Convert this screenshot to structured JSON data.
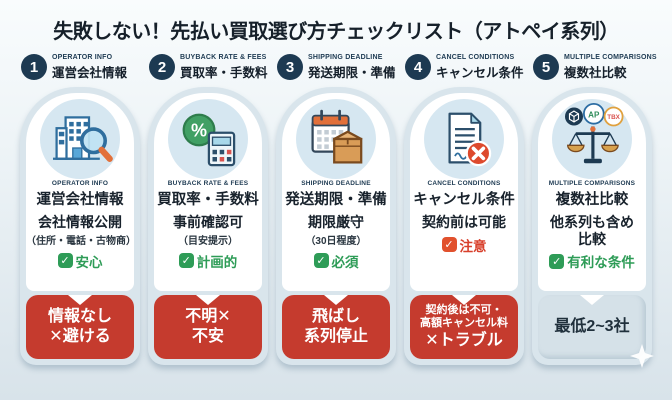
{
  "title": "失敗しない！先払い買取選び方チェックリスト（アトペイ系列）",
  "colors": {
    "accent_red": "#c53b2e",
    "navy": "#1d3a52",
    "check_green": "#2e9c57",
    "caution_orange": "#e1512d",
    "pill_bg": "#d9e5ec",
    "neutral_box_bg": "#d5e1e8",
    "icon_circle_bg": "#d6e7f1"
  },
  "columns": [
    {
      "number": "1",
      "header_en": "OPERATOR INFO",
      "header_jp": "運営会社情報",
      "icon": "building-magnifier-icon",
      "card_label_en": "OPERATOR INFO",
      "card_label_jp": "運営会社情報",
      "point": "会社情報公開",
      "note": "（住所・電話・古物商）",
      "check_label": "安心",
      "warn": [
        "情報なし",
        "✕避ける"
      ]
    },
    {
      "number": "2",
      "header_en": "BUYBACK RATE & FEES",
      "header_jp": "買取率・手数料",
      "icon": "percent-calculator-icon",
      "card_label_en": "BUYBACK RATE & FEES",
      "card_label_jp": "買取率・手数料",
      "point": "事前確認可",
      "note": "（目安提示）",
      "check_label": "計画的",
      "warn": [
        "不明✕",
        "不安"
      ]
    },
    {
      "number": "3",
      "header_en": "SHIPPING DEADLINE",
      "header_jp": "発送期限・準備",
      "icon": "calendar-box-icon",
      "card_label_en": "SHIPPING DEADLINE",
      "card_label_jp": "発送期限・準備",
      "point": "期限厳守",
      "note": "（30日程度）",
      "check_label": "必須",
      "warn": [
        "飛ばし",
        "系列停止"
      ]
    },
    {
      "number": "4",
      "header_en": "CANCEL CONDITIONS",
      "header_jp": "キャンセル条件",
      "icon": "contract-cancel-icon",
      "card_label_en": "CANCEL CONDITIONS",
      "card_label_jp": "キャンセル条件",
      "point": "契約前は可能",
      "check_label": "注意",
      "warn": [
        "契約後は不可・",
        "高額キャンセル料",
        "✕トラブル"
      ]
    },
    {
      "number": "5",
      "header_en": "MULTIPLE COMPARISONS",
      "header_jp": "複数社比較",
      "icon": "scale-comparison-icon",
      "card_label_en": "MULTIPLE COMPARISONS",
      "card_label_jp": "複数社比較",
      "point": "他系列も含め",
      "point2": "比較",
      "check_label": "有利な条件",
      "warn": [
        "最低2~3社"
      ]
    }
  ]
}
